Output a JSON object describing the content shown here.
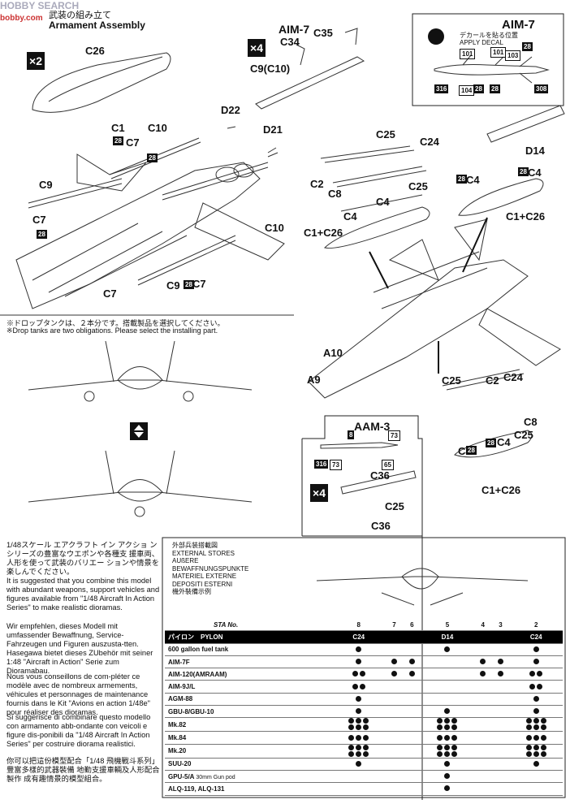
{
  "header": {
    "watermark": "HOBBY SEARCH",
    "site": "bobby.com",
    "title_jp": "武装の組み立て",
    "title_en": "Armament Assembly"
  },
  "badges": {
    "x2": "×2",
    "x4_top": "×4",
    "x4_aam": "×4"
  },
  "aim7_box": {
    "title": "AIM-7",
    "decal_jp": "デカールを貼る位置",
    "decal_en": "APPLY DECAL",
    "decals": [
      "101",
      "101",
      "103",
      "28",
      "28",
      "316",
      "104",
      "28",
      "308"
    ]
  },
  "aim7_label": "AIM-7",
  "aam3_box": {
    "title": "AAM-3",
    "decals": [
      "8",
      "73",
      "316",
      "73",
      "65"
    ]
  },
  "part_labels": {
    "C26": "C26",
    "C34": "C34",
    "C35": "C35",
    "C9C10": "C9(C10)",
    "C1": "C1",
    "C10a": "C10",
    "C7a": "C7",
    "D22": "D22",
    "D21": "D21",
    "C9a": "C9",
    "C7b": "C7",
    "C10b": "C10",
    "C7c": "C7",
    "C9b": "C9",
    "C7d": "C7",
    "C25a": "C25",
    "C24a": "C24",
    "C2a": "C2",
    "C8a": "C8",
    "C25b": "C25",
    "C4a": "C4",
    "C4b": "C4",
    "C1C26a": "C1+C26",
    "D14": "D14",
    "C4c": "C4",
    "C4d": "C4",
    "C1C26b": "C1+C26",
    "A10": "A10",
    "A9": "A9",
    "C25c": "C25",
    "C2b": "C2",
    "C24b": "C24",
    "C8b": "C8",
    "C25d": "C25",
    "C4e": "C4",
    "C4f": "C4",
    "C1C26c": "C1+C26",
    "C36a": "C36",
    "C25e": "C25",
    "C36b": "C36"
  },
  "decal_numbers": [
    "28",
    "28",
    "28",
    "28",
    "28",
    "28",
    "28",
    "28"
  ],
  "note": {
    "jp": "※ドロップタンクは、２本分です。搭載製品を選択してください。",
    "en": "※Drop tanks are two obligations. Please select the installing part."
  },
  "side_text": [
    "1/48スケール エアクラフト イン アクショ ン シリーズの豊富なウエポンや各種支 援車両、人形を使って武装のバリエー ションや情景を楽しんでください。",
    "It is suggested that you combine this model with abundant weapons, support vehicles and figures available from \"1/48 Aircraft In Action Series\" to make realistic dioramas.",
    "Wir empfehlen, dieses Modell mit umfassender Bewaffnung, Service-Fahrzeugen und Figuren auszusta-tten. Hasegawa bietet dieses ZUbehör mit seiner 1:48 \"Aircraft in Action\" Serie zum Dioramabau.",
    "Nous vous conseillons de com-pléter ce modèle avec de nombreux armements, véhicules et personnages de maintenance fournis dans le Kit \"Avions en action 1/48e\" pour réaliser des dioramas.",
    "Si suggerisce di combinare questo modello con armamento abb-ondante con veicoli e figure dis-ponibili da \"1/48 Aircraft In Action Series\" per costruire diorama realistici.",
    "你可以把這份模型配合「1/48 飛機戰斗系列」豐富多樣的武器裝備 地勤支援車輛及人形配合 製作 成有趣情景的模型組合。"
  ],
  "stores": {
    "titles": [
      "外部兵装搭載図",
      "EXTERNAL STORES",
      "AUßERE",
      "BEWAFFNUNGSPUNKTE",
      "MATERIEL EXTERNE",
      "DEPOSITI ESTERNI",
      "機外裝備示例"
    ],
    "sta_label": "STA No.",
    "stations": [
      "8",
      "7",
      "6",
      "5",
      "4",
      "3",
      "2"
    ],
    "pylon_label": "パイロン　PYLON",
    "pylon_values": [
      "C24",
      "",
      "",
      "D14",
      "",
      "",
      "C24"
    ],
    "rows": [
      {
        "name": "600 gallon fuel tank",
        "dots": [
          1,
          0,
          0,
          1,
          0,
          0,
          1
        ]
      },
      {
        "name": "AIM-7F",
        "dots": [
          1,
          1,
          1,
          0,
          1,
          1,
          1
        ]
      },
      {
        "name": "AIM-120(AMRAAM)",
        "dots": [
          2,
          1,
          1,
          0,
          1,
          1,
          2
        ]
      },
      {
        "name": "AIM-9J/L",
        "dots": [
          2,
          0,
          0,
          0,
          0,
          0,
          2
        ]
      },
      {
        "name": "AGM-88",
        "dots": [
          1,
          0,
          0,
          0,
          0,
          0,
          1
        ]
      },
      {
        "name": "GBU-8/GBU-10",
        "dots": [
          1,
          0,
          0,
          1,
          0,
          0,
          1
        ]
      },
      {
        "name": "Mk.82",
        "dots": [
          6,
          0,
          0,
          6,
          0,
          0,
          6
        ]
      },
      {
        "name": "Mk.84",
        "dots": [
          3,
          0,
          0,
          3,
          0,
          0,
          3
        ]
      },
      {
        "name": "Mk.20",
        "dots": [
          6,
          0,
          0,
          6,
          0,
          0,
          6
        ]
      },
      {
        "name": "SUU-20",
        "dots": [
          1,
          0,
          0,
          1,
          0,
          0,
          1
        ]
      },
      {
        "name": "GPU-5/A",
        "sub": "30mm Gun pod",
        "dots": [
          0,
          0,
          0,
          1,
          0,
          0,
          0
        ]
      },
      {
        "name": "ALQ-119, ALQ-131",
        "dots": [
          0,
          0,
          0,
          1,
          0,
          0,
          0
        ]
      }
    ]
  }
}
